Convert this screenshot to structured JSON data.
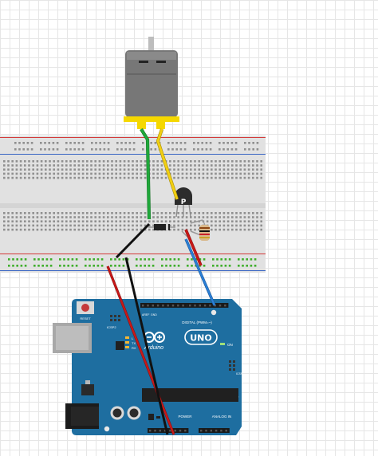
{
  "colors": {
    "background": "#ffffff",
    "grid": "#e6e6e6",
    "board": "#1e6ea0",
    "breadboard": "#e1e1e1",
    "rail_red": "#d33a3a",
    "rail_blue": "#3a66c4",
    "rail_holes": "#3fae2a",
    "motor_body": "#777777",
    "motor_tab": "#f5d800",
    "wire_green": "#1ea83a",
    "wire_yellow": "#f1cf12",
    "wire_black": "#111111",
    "wire_red": "#c81818",
    "wire_blue": "#2b7fd6",
    "transistor": "#2c2c2c",
    "diode": "#222222",
    "resistor": "#d8b88a"
  },
  "transistor": {
    "label": "P"
  },
  "arduino": {
    "reset_label": "RESET",
    "icsp2_label": "ICSP2",
    "logo_text": "Arduino",
    "uno_text": "UNO",
    "tx_label": "TX",
    "rx_label": "RX",
    "on_label": "ON",
    "l_label": "L",
    "digital_label": "DIGITAL (PWM=~)",
    "power_label": "POWER",
    "analog_label": "ANALOG IN",
    "icsp_label": "ICSP",
    "aref_label": "AREF",
    "gnd_label": "GND"
  }
}
